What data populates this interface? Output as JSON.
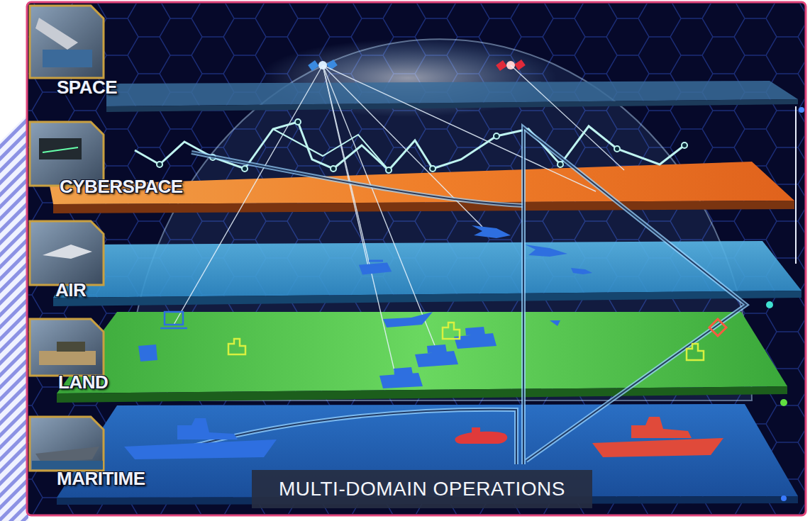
{
  "diagram": {
    "caption": "MULTI-DOMAIN OPERATIONS",
    "nodes": [
      {
        "text": [
          "SPACE"
        ]
      },
      {
        "text": [
          "CYBERSPACE"
        ]
      },
      {
        "text": [
          "AIR"
        ]
      },
      {
        "text": [
          "LAND"
        ]
      },
      {
        "text": [
          "MARITIME"
        ]
      }
    ]
  }
}
